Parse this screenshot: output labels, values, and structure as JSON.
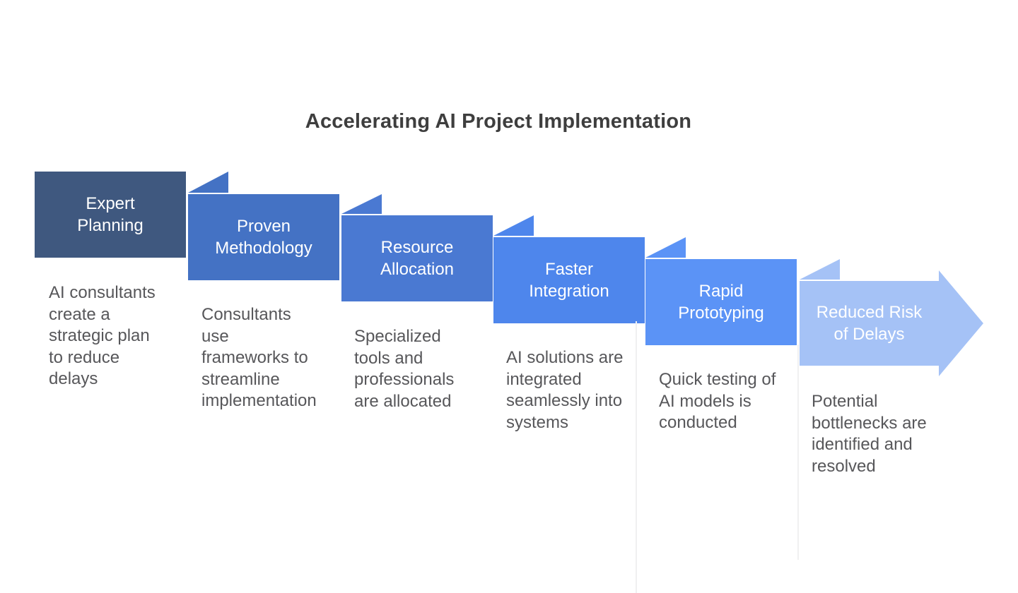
{
  "title": "Accelerating AI Project Implementation",
  "colors": {
    "background": "#ffffff",
    "title_text": "#3e3e3e",
    "description_text": "#57575a",
    "label_text": "#ffffff"
  },
  "steps": [
    {
      "label_lines": [
        "Expert",
        "Planning"
      ],
      "color": "#3F587F",
      "shape": "box",
      "description_lines": [
        "AI consultants",
        "create a",
        "strategic plan",
        "to reduce",
        "delays"
      ]
    },
    {
      "label_lines": [
        "Proven",
        "Methodology"
      ],
      "color": "#4472C4",
      "shape": "box",
      "description_lines": [
        "Consultants",
        "use",
        "frameworks to",
        "streamline",
        "implementation"
      ]
    },
    {
      "label_lines": [
        "Resource",
        "Allocation"
      ],
      "color": "#4A79D2",
      "shape": "box",
      "description_lines": [
        "Specialized",
        "tools and",
        "professionals",
        "are allocated"
      ]
    },
    {
      "label_lines": [
        "Faster",
        "Integration"
      ],
      "color": "#4E86EC",
      "shape": "box",
      "description_lines": [
        "AI solutions are",
        "integrated",
        "seamlessly into",
        "systems"
      ]
    },
    {
      "label_lines": [
        "Rapid",
        "Prototyping"
      ],
      "color": "#5B93F6",
      "shape": "box",
      "description_lines": [
        "Quick testing of",
        "AI models is",
        "conducted"
      ]
    },
    {
      "label_lines": [
        "Reduced Risk",
        "of Delays"
      ],
      "color": "#A5C2F6",
      "shape": "arrow",
      "description_lines": [
        "Potential",
        "bottlenecks are",
        "identified and",
        "resolved"
      ]
    }
  ]
}
